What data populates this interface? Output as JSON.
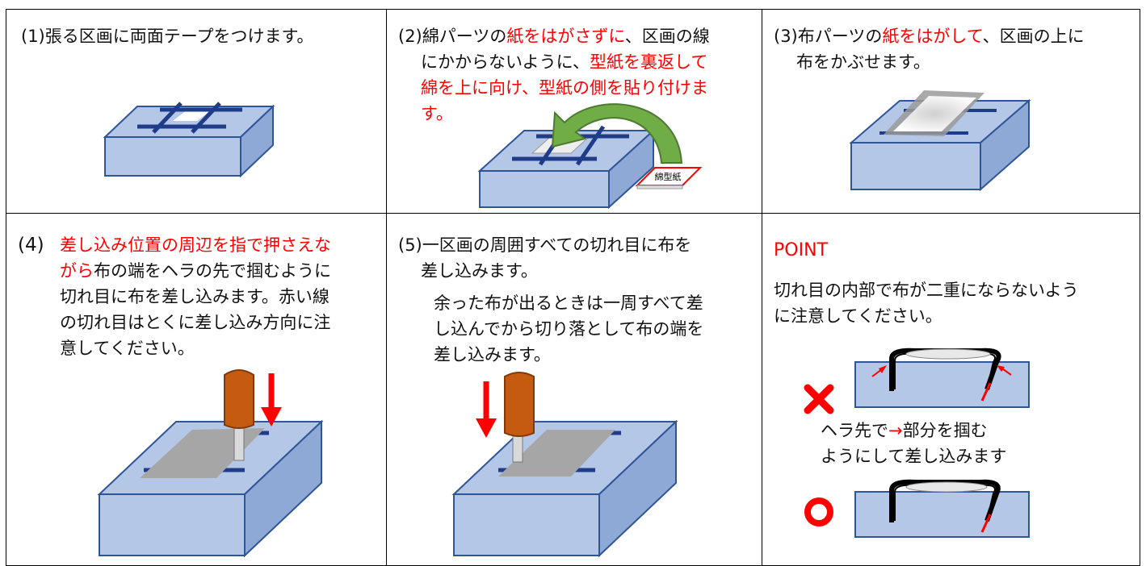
{
  "step1": {
    "text": "(1)張る区画に両面テープをつけます。"
  },
  "step2": {
    "prefix": "(2)綿パーツの",
    "red1": "紙をはがさずに",
    "mid": "、区画の線",
    "line2_black": "にかからないように、",
    "line2_red": "型紙を裏返して",
    "line3_red": "綿を上に向け、型紙の側を貼り付けま",
    "line4_red": "す。",
    "card_label": "綿型紙"
  },
  "step3": {
    "prefix": "(3)布パーツの",
    "red1": "紙をはがして",
    "suffix": "、区画の上に",
    "line2": "布をかぶせます。"
  },
  "step4": {
    "num": "(4)",
    "line1_red": "差し込み位置の周辺を指で押さえな",
    "line2_red": "がら",
    "line2_black": "布の端をヘラの先で掴むように",
    "line3": "切れ目に布を差し込みます。赤い線",
    "line4": "の切れ目はとくに差し込み方向に注",
    "line5": "意してください。"
  },
  "step5": {
    "line1": "(5)一区画の周囲すべての切れ目に布を",
    "line2": "差し込みます。",
    "line3": "余った布が出るときは一周すべて差",
    "line4": "し込んでから切り落として布の端を",
    "line5": "差し込みます。"
  },
  "point": {
    "title": "POINT",
    "line1": "切れ目の内部で布が二重にならないよう",
    "line2": "に注意してください。",
    "mid1_black": "ヘラ先で",
    "mid1_arrow": "→",
    "mid1_rest": "部分を掴む",
    "mid2": "ようにして差し込みます",
    "wrong_mark": "✖",
    "colors": {
      "accent_red": "#ff0000",
      "block_fill": "#b4c7e7",
      "block_stroke": "#2f5597",
      "tape_blue": "#1f3c88"
    }
  }
}
